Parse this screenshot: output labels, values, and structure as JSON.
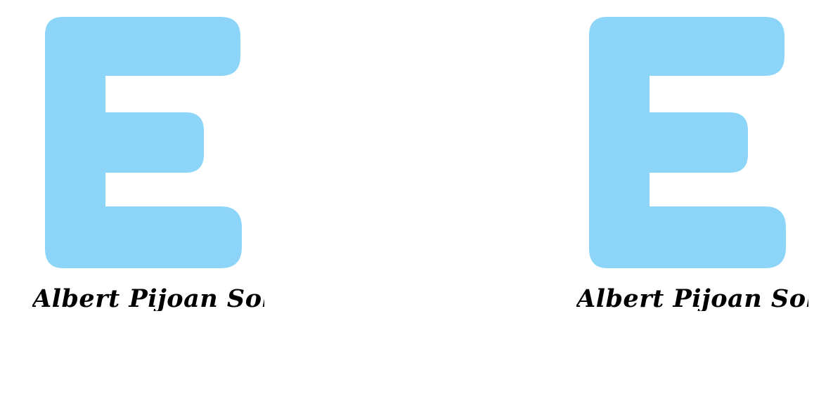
{
  "logos": [
    {
      "letter": "E",
      "letter_color": "#8DD5F8",
      "caption": "Albert Pijoan Solé"
    },
    {
      "letter": "E",
      "letter_color": "#8DD5F8",
      "caption": "Albert Pijoan Solé"
    }
  ],
  "colors": {
    "background": "#FFFFFF",
    "caption": "#000000"
  }
}
